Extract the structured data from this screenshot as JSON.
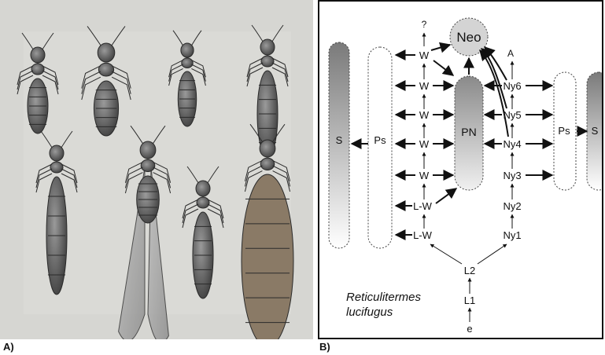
{
  "panel_a": {
    "label": "A)"
  },
  "panel_b": {
    "label": "B)",
    "species": [
      "Reticulitermes",
      "lucifugus"
    ],
    "nodes": {
      "neo": "Neo",
      "pn": "PN",
      "s_left": "S",
      "ps_left": "Ps",
      "ps_right": "Ps",
      "s_right": "S",
      "q": "?",
      "a": "A",
      "w1": "W",
      "w2": "W",
      "w3": "W",
      "w4": "W",
      "w5": "W",
      "lw1": "L-W",
      "lw2": "L-W",
      "ny6": "Ny6",
      "ny5": "Ny5",
      "ny4": "Ny4",
      "ny3": "Ny3",
      "ny2": "Ny2",
      "ny1": "Ny1",
      "l2": "L2",
      "l1": "L1",
      "e": "e"
    }
  },
  "colors": {
    "ink": "#111111",
    "panel_bg": "#d8d8d4",
    "gradient_dark": "#7a7a7a"
  }
}
